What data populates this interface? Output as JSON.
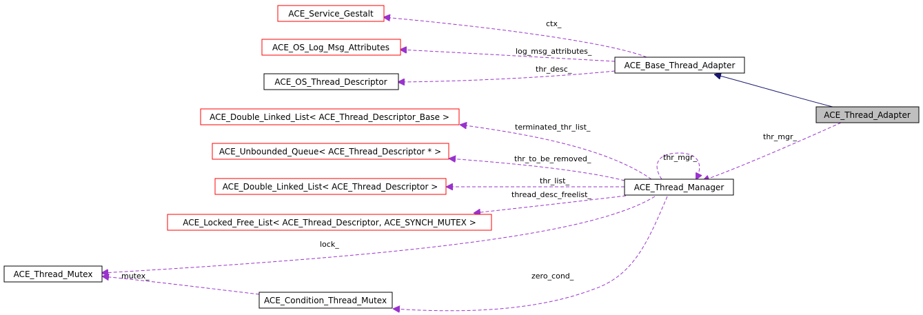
{
  "diagram": {
    "colors": {
      "node_fill": "#ffffff",
      "node_border": "#000000",
      "node_border_incomplete": "#ff0000",
      "node_fill_focus": "#bfbfbf",
      "inheritance_edge": "#191970",
      "usage_edge": "#9a32cd"
    },
    "nodes": [
      {
        "id": "ace-service-gestalt",
        "label": "ACE_Service_Gestalt",
        "border": "red"
      },
      {
        "id": "ace-os-log-msg-attributes",
        "label": "ACE_OS_Log_Msg_Attributes",
        "border": "red"
      },
      {
        "id": "ace-os-thread-descriptor",
        "label": "ACE_OS_Thread_Descriptor",
        "border": "black"
      },
      {
        "id": "ace-base-thread-adapter",
        "label": "ACE_Base_Thread_Adapter",
        "border": "black"
      },
      {
        "id": "ace-thread-adapter",
        "label": "ACE_Thread_Adapter",
        "border": "black",
        "focus": true
      },
      {
        "id": "ace-double-linked-list-base",
        "label": "ACE_Double_Linked_List< ACE_Thread_Descriptor_Base >",
        "border": "red"
      },
      {
        "id": "ace-unbounded-queue",
        "label": "ACE_Unbounded_Queue< ACE_Thread_Descriptor * >",
        "border": "red"
      },
      {
        "id": "ace-double-linked-list",
        "label": "ACE_Double_Linked_List< ACE_Thread_Descriptor >",
        "border": "red"
      },
      {
        "id": "ace-thread-manager",
        "label": "ACE_Thread_Manager",
        "border": "black"
      },
      {
        "id": "ace-locked-free-list",
        "label": "ACE_Locked_Free_List< ACE_Thread_Descriptor, ACE_SYNCH_MUTEX >",
        "border": "red"
      },
      {
        "id": "ace-thread-mutex",
        "label": "ACE_Thread_Mutex",
        "border": "black"
      },
      {
        "id": "ace-condition-thread-mutex",
        "label": "ACE_Condition_Thread_Mutex",
        "border": "black"
      }
    ],
    "edges": [
      {
        "id": "e-ctx",
        "from": "ace-base-thread-adapter",
        "to": "ace-service-gestalt",
        "kind": "usage",
        "label": "ctx_"
      },
      {
        "id": "e-log",
        "from": "ace-base-thread-adapter",
        "to": "ace-os-log-msg-attributes",
        "kind": "usage",
        "label": "log_msg_attributes_"
      },
      {
        "id": "e-thrdesc",
        "from": "ace-base-thread-adapter",
        "to": "ace-os-thread-descriptor",
        "kind": "usage",
        "label": "thr_desc_"
      },
      {
        "id": "e-inherit",
        "from": "ace-thread-adapter",
        "to": "ace-base-thread-adapter",
        "kind": "inheritance",
        "label": ""
      },
      {
        "id": "e-thrmgr",
        "from": "ace-thread-adapter",
        "to": "ace-thread-manager",
        "kind": "usage",
        "label": "thr_mgr_"
      },
      {
        "id": "e-selfmgr",
        "from": "ace-thread-manager",
        "to": "ace-thread-manager",
        "kind": "usage",
        "label": "thr_mgr_"
      },
      {
        "id": "e-term",
        "from": "ace-thread-manager",
        "to": "ace-double-linked-list-base",
        "kind": "usage",
        "label": "terminated_thr_list_"
      },
      {
        "id": "e-removed",
        "from": "ace-thread-manager",
        "to": "ace-unbounded-queue",
        "kind": "usage",
        "label": "thr_to_be_removed_"
      },
      {
        "id": "e-thrlist",
        "from": "ace-thread-manager",
        "to": "ace-double-linked-list",
        "kind": "usage",
        "label": "thr_list_"
      },
      {
        "id": "e-freelist",
        "from": "ace-thread-manager",
        "to": "ace-locked-free-list",
        "kind": "usage",
        "label": "thread_desc_freelist_"
      },
      {
        "id": "e-lock",
        "from": "ace-thread-manager",
        "to": "ace-thread-mutex",
        "kind": "usage",
        "label": "lock_"
      },
      {
        "id": "e-mutex",
        "from": "ace-condition-thread-mutex",
        "to": "ace-thread-mutex",
        "kind": "usage",
        "label": "mutex_"
      },
      {
        "id": "e-zerocond",
        "from": "ace-thread-manager",
        "to": "ace-condition-thread-mutex",
        "kind": "usage",
        "label": "zero_cond_"
      }
    ]
  }
}
